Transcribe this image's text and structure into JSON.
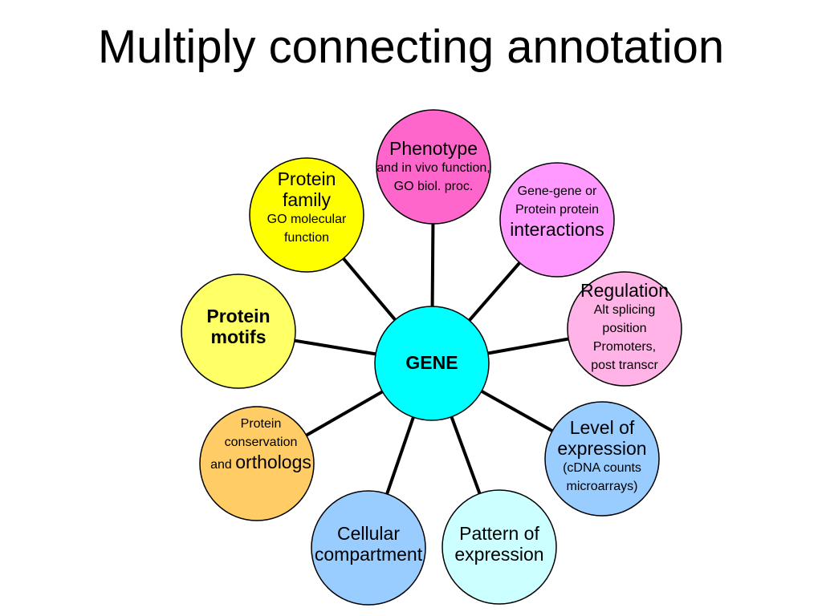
{
  "title": "Multiply connecting annotation",
  "center": {
    "label": "GENE",
    "color": "#00FFFF"
  },
  "nodes": {
    "phenotype": {
      "line1": "Phenotype",
      "line2": "and in vivo function,",
      "line3": "GO biol. proc.",
      "color": "#FF66CC"
    },
    "interactions": {
      "line1": "Gene-gene or",
      "line2": "Protein protein",
      "line3": "interactions",
      "color": "#FF99FF"
    },
    "regulation": {
      "line1": "Regulation",
      "line2": "Alt splicing",
      "line3": "position",
      "line4": "Promoters,",
      "line5": "post transcr",
      "color": "#FFB3E6"
    },
    "expression_level": {
      "line1": "Level of",
      "line2": "expression",
      "line3": "(cDNA counts",
      "line4": "microarrays)",
      "color": "#99CCFF"
    },
    "expression_pattern": {
      "line1": "Pattern of",
      "line2": "expression",
      "color": "#CCFFFF"
    },
    "cellular": {
      "line1": "Cellular",
      "line2": "compartment",
      "color": "#99CCFF"
    },
    "conservation": {
      "line1": "Protein",
      "line2": "conservation",
      "line3": "and",
      "line4": "orthologs",
      "color": "#FFCC66"
    },
    "motifs": {
      "line1": "Protein",
      "line2": "motifs",
      "color": "#FFFF66"
    },
    "family": {
      "line1": "Protein",
      "line2": "family",
      "line3": "GO molecular",
      "line4": "function",
      "color": "#FFFF00"
    }
  }
}
